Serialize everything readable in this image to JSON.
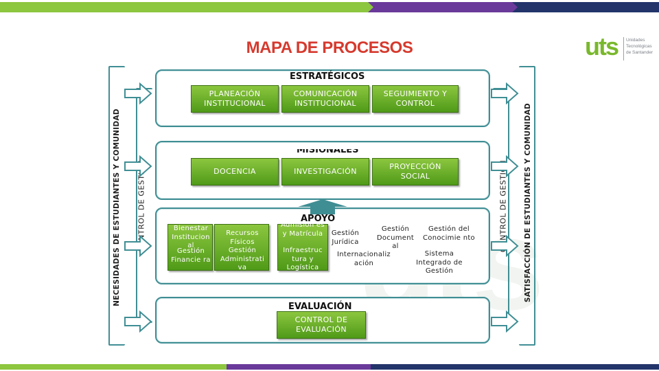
{
  "title": "MAPA DE PROCESOS",
  "logo": {
    "word": "uts",
    "subtitle_lines": [
      "Unidades",
      "Tecnológicas",
      "de Santander"
    ]
  },
  "colors": {
    "green": "#79b82c",
    "purple": "#6a3a9a",
    "navy": "#23346b",
    "teal": "#3f8e94",
    "red": "#d63a2e"
  },
  "left_outer_label": "NECESIDADES DE ESTUDIANTES Y COMUNIDAD",
  "left_inner_label": "CONTROL DE GESTIÓN",
  "right_inner_label": "CONTROL DE GESTIÓN",
  "right_outer_label": "SATISFACCIÓN DE ESTUDIANTES Y COMUNIDAD",
  "estrategicos": {
    "label": "ESTRATÉGICOS",
    "boxes": [
      "PLANEACIÓN INSTITUCIONAL",
      "COMUNICACIÓN INSTITUCIONAL",
      "SEGUIMIENTO Y CONTROL"
    ]
  },
  "misionales": {
    "label": "MISIONALES",
    "boxes": [
      "DOCENCIA",
      "INVESTIGACIÓN",
      "PROYECCIÓN SOCIAL"
    ]
  },
  "apoyo": {
    "label": "APOYO",
    "items": [
      "Bienestar Institucion al",
      "Gestión Financie ra",
      "Recursos Físicos",
      "Gestión Administrati va",
      "Admision es y Matrícula",
      "Infraestruc tura y Logística",
      "Gestión Jurídica",
      "Gestión Document al",
      "Internacionaliz ación",
      "Gestión del Conocimie nto",
      "Sistema Integrado de Gestión"
    ]
  },
  "evaluacion": {
    "label": "EVALUACIÓN",
    "box": "CONTROL DE EVALUACIÓN"
  }
}
